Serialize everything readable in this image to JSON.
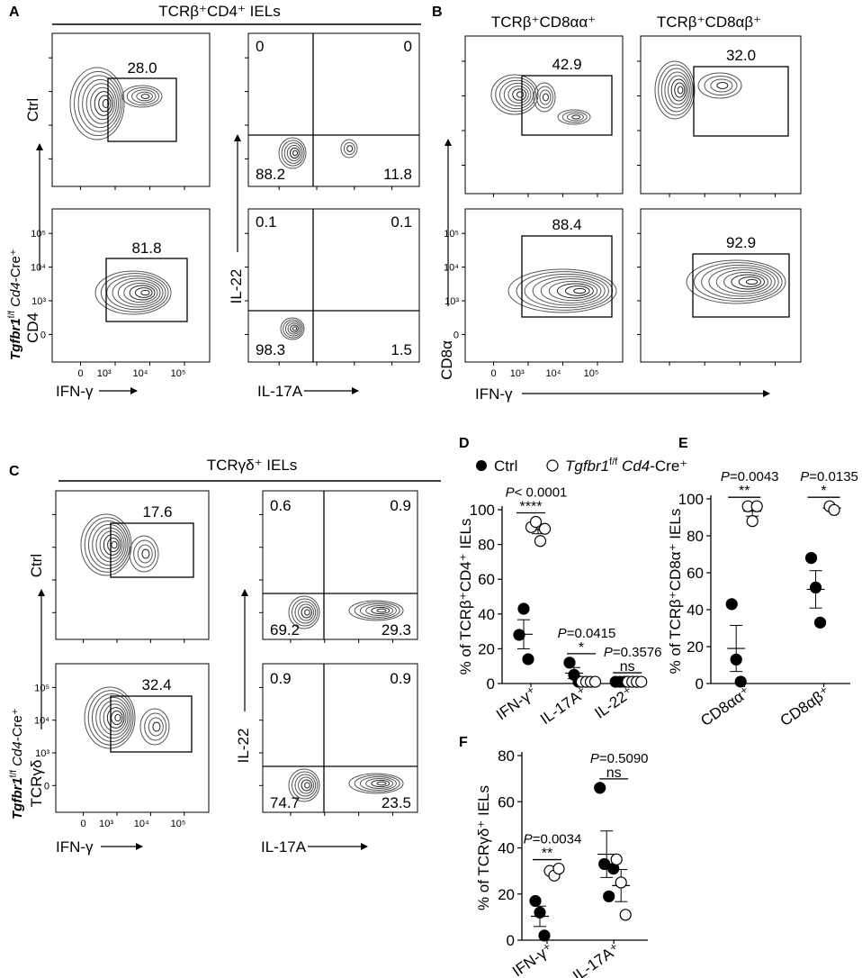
{
  "panels": {
    "A": {
      "letter": "A",
      "header": "TCRβ⁺CD4⁺ IELs",
      "row_labels": {
        "ctrl": "Ctrl",
        "ko_gene": "Tgfbr1",
        "ko_sup": "f/f",
        "ko_rest": "Cd4-Cre⁺"
      },
      "y_marker": "CD4",
      "x_labels": {
        "left": "IFN-γ",
        "right": "IL-17A"
      },
      "y2_label": "IL-22",
      "gates": {
        "ctrl": "28.0",
        "ko": "81.8"
      },
      "quads": {
        "ctrl": {
          "ul": "0",
          "ur": "0",
          "ll": "88.2",
          "lr": "11.8"
        },
        "ko": {
          "ul": "0.1",
          "ur": "0.1",
          "ll": "98.3",
          "lr": "1.5"
        }
      }
    },
    "B": {
      "letter": "B",
      "headers": [
        "TCRβ⁺CD8αα⁺",
        "TCRβ⁺CD8αβ⁺"
      ],
      "y_label": "CD8α",
      "x_label": "IFN-γ",
      "gates": {
        "ctrl": [
          "42.9",
          "32.0"
        ],
        "ko": [
          "88.4",
          "92.9"
        ]
      }
    },
    "C": {
      "letter": "C",
      "header": "TCRγδ⁺ IELs",
      "row_labels": {
        "ctrl": "Ctrl",
        "ko_gene": "Tgfbr1",
        "ko_sup": "f/f",
        "ko_rest": "Cd4-Cre⁺"
      },
      "y_marker": "TCRγδ",
      "x_labels": {
        "left": "IFN-γ",
        "right": "IL-17A"
      },
      "y2_label": "IL-22",
      "gates": {
        "ctrl": "17.6",
        "ko": "32.4"
      },
      "quads": {
        "ctrl": {
          "ul": "0.6",
          "ur": "0.9",
          "ll": "69.2",
          "lr": "29.3"
        },
        "ko": {
          "ul": "0.9",
          "ur": "0.9",
          "ll": "74.7",
          "lr": "23.5"
        }
      }
    },
    "D": {
      "letter": "D"
    },
    "E": {
      "letter": "E"
    },
    "F": {
      "letter": "F"
    }
  },
  "flow_ticks": [
    "0",
    "10³",
    "10⁴",
    "10⁵"
  ],
  "legend": {
    "ctrl": "Ctrl",
    "ko_gene": "Tgfbr1",
    "ko_sup": "f/f",
    "ko_rest": "Cd4-Cre⁺"
  },
  "chart_data": [
    {
      "panel": "D",
      "type": "scatter",
      "ylabel": "% of TCRβ⁺CD4⁺ IELs",
      "ylim": [
        0,
        100
      ],
      "yticks": [
        0,
        20,
        40,
        60,
        80,
        100
      ],
      "categories": [
        "IFN-γ⁺",
        "IL-17A⁺",
        "IL-22⁺"
      ],
      "series": [
        {
          "name": "Ctrl",
          "filled": true,
          "values": [
            [
              28,
              43,
              14
            ],
            [
              12,
              5,
              1
            ],
            [
              1,
              1,
              1
            ]
          ]
        },
        {
          "name": "Tgfbr1 f/f Cd4-Cre⁺",
          "filled": false,
          "values": [
            [
              90,
              93,
              82,
              89
            ],
            [
              1,
              1,
              1,
              1
            ],
            [
              1,
              1,
              1,
              1
            ]
          ]
        }
      ],
      "annotations": [
        {
          "category": 0,
          "p": "< 0.0001",
          "sig": "****"
        },
        {
          "category": 1,
          "p": "=0.0415",
          "sig": "*"
        },
        {
          "category": 2,
          "p": "=0.3576",
          "sig": "ns"
        }
      ]
    },
    {
      "panel": "E",
      "type": "scatter",
      "ylabel": "% of TCRβ⁺CD8α⁺ IELs",
      "ylim": [
        0,
        100
      ],
      "yticks": [
        0,
        20,
        40,
        60,
        80,
        100
      ],
      "categories": [
        "CD8αα⁺",
        "CD8αβ⁺"
      ],
      "series": [
        {
          "name": "Ctrl",
          "filled": true,
          "values": [
            [
              43,
              13,
              1
            ],
            [
              68,
              52,
              33
            ]
          ]
        },
        {
          "name": "Tgfbr1 f/f Cd4-Cre⁺",
          "filled": false,
          "values": [
            [
              96,
              88,
              96
            ],
            [
              96,
              94
            ]
          ]
        }
      ],
      "annotations": [
        {
          "category": 0,
          "p": "=0.0043",
          "sig": "**"
        },
        {
          "category": 1,
          "p": "=0.0135",
          "sig": "*"
        }
      ]
    },
    {
      "panel": "F",
      "type": "scatter",
      "ylabel": "% of TCRγδ⁺ IELs",
      "ylim": [
        0,
        80
      ],
      "yticks": [
        0,
        20,
        40,
        60,
        80
      ],
      "categories": [
        "IFN-γ⁺",
        "IL-17A⁺"
      ],
      "series": [
        {
          "name": "Ctrl",
          "filled": true,
          "values": [
            [
              17,
              12,
              2
            ],
            [
              66,
              33,
              19,
              31
            ]
          ]
        },
        {
          "name": "Tgfbr1 f/f Cd4-Cre⁺",
          "filled": false,
          "values": [
            [
              30,
              28,
              31
            ],
            [
              35,
              25,
              11
            ]
          ]
        }
      ],
      "annotations": [
        {
          "category": 0,
          "p": "=0.0034",
          "sig": "**"
        },
        {
          "category": 1,
          "p": "=0.5090",
          "sig": "ns"
        }
      ]
    }
  ]
}
